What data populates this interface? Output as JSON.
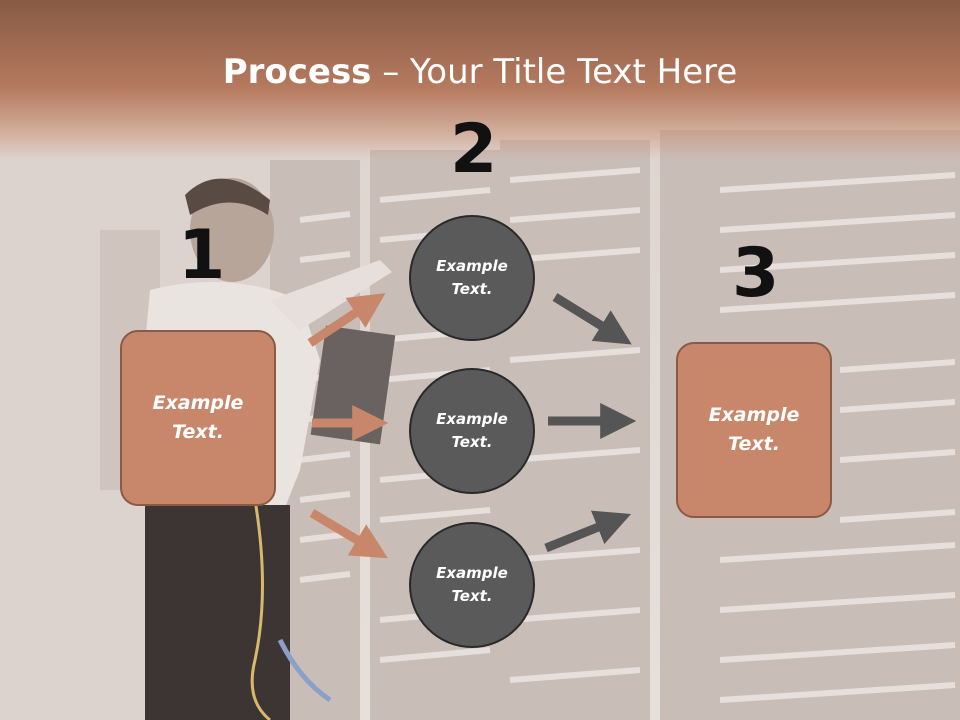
{
  "title": {
    "bold": "Process",
    "rest": " – Your Title Text Here"
  },
  "steps": {
    "one": {
      "number": "1",
      "box_text": "Example\nText."
    },
    "two": {
      "number": "2",
      "circles": [
        "Example\nText.",
        "Example\nText.",
        "Example\nText."
      ]
    },
    "three": {
      "number": "3",
      "box_text": "Example\nText."
    }
  },
  "colors": {
    "title_band": "#b57a5f",
    "box_fill": "#c8876a",
    "circle_fill": "#5a5a5a",
    "arrow_orange": "#c8876a",
    "arrow_gray": "#555555"
  }
}
